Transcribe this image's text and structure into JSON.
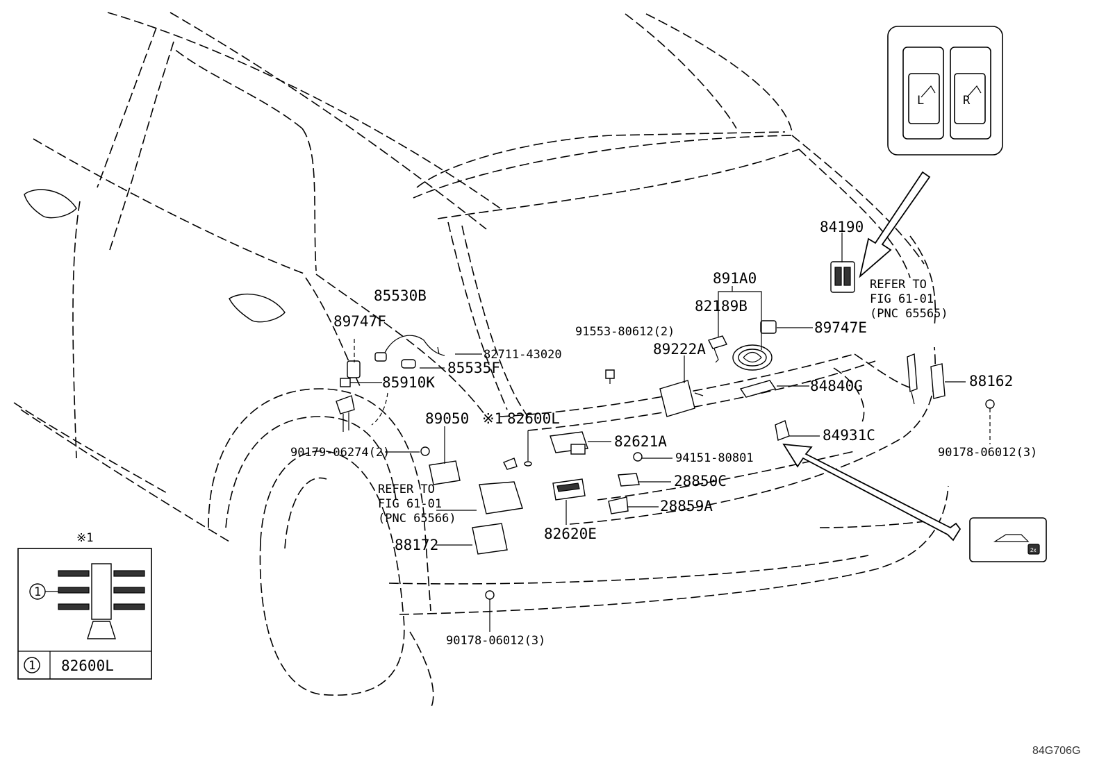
{
  "figure_id": "84G706G",
  "labels": {
    "p84190": "84190",
    "p891A0": "891A0",
    "p82189B": "82189B",
    "p89747E": "89747E",
    "p89222A": "89222A",
    "p91553": "91553-80612(2)",
    "p84840G": "84840G",
    "p85530B": "85530B",
    "p89747F": "89747F",
    "p82711": "82711-43020",
    "p85535F": "85535F",
    "p85910K": "85910K",
    "p89050": "89050",
    "p82600L_note": "※1",
    "p82600L": "82600L",
    "p82621A": "82621A",
    "p84931C": "84931C",
    "p94151": "94151-80801",
    "p28850C": "28850C",
    "p28859A": "28859A",
    "p82620E": "82620E",
    "p90179": "90179-06274(2)",
    "p88172": "88172",
    "p90178_bottom": "90178-06012(3)",
    "p88162": "88162",
    "p90178_right": "90178-06012(3)"
  },
  "refer_right": {
    "line1": "REFER TO",
    "line2": "FIG 61-01",
    "line3": "(PNC 65565)"
  },
  "refer_left": {
    "line1": "REFER TO",
    "line2": "FIG 61-01",
    "line3": "(PNC 65566)"
  },
  "inset_note": {
    "mark": "※1",
    "circle": "1",
    "part": "82600L"
  },
  "switch_inset": {
    "left_letter": "L",
    "right_letter": "R"
  },
  "lock_inset": {
    "badge": "2x"
  }
}
